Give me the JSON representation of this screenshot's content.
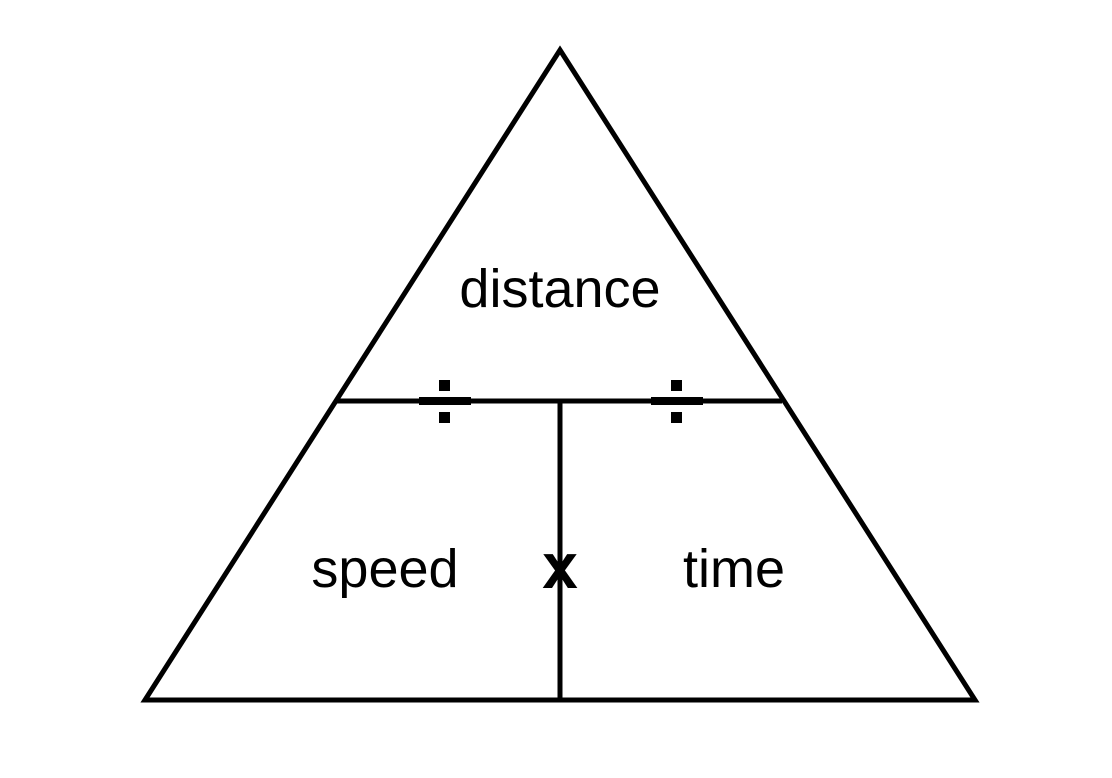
{
  "diagram": {
    "top_label": "distance",
    "left_label": "speed",
    "right_label": "time",
    "divide_symbol": "÷",
    "multiply_symbol": "x",
    "colors": {
      "background": "#ffffff",
      "stroke": "#000000",
      "text": "#000000"
    }
  }
}
